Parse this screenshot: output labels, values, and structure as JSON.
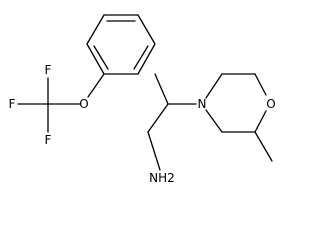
{
  "molecule": {
    "atoms": {
      "oxygen_ether": "O",
      "fluorine_1": "F",
      "fluorine_2": "F",
      "fluorine_3": "F",
      "morpholine_nitrogen": "N",
      "morpholine_oxygen": "O",
      "amine": "NH2"
    }
  }
}
